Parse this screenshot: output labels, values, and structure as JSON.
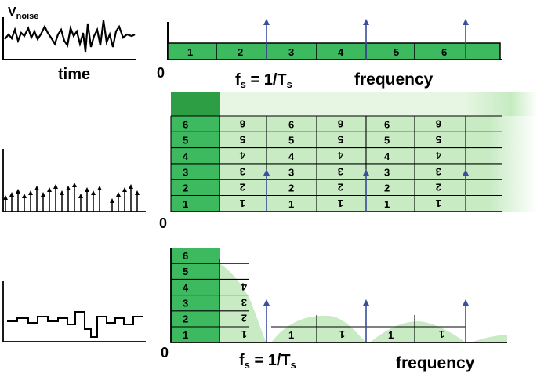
{
  "row1": {
    "ylabel": "V",
    "ylabel_sub": "noise",
    "xlabel": "time",
    "origin": "0",
    "fs_label": "f",
    "fs_sub": "s",
    "fs_eq": " = 1/T",
    "ts_sub": "s",
    "freq_label": "frequency",
    "bands": [
      "1",
      "2",
      "3",
      "4",
      "5",
      "6"
    ]
  },
  "row2": {
    "origin": "0",
    "rows": [
      "1",
      "2",
      "3",
      "4",
      "5",
      "6"
    ],
    "col_a": [
      "1",
      "2",
      "3",
      "4",
      "5",
      "6"
    ],
    "col_b": [
      "1",
      "2",
      "3",
      "4",
      "5",
      "6"
    ]
  },
  "row3": {
    "origin": "0",
    "rows": [
      "1",
      "2",
      "3",
      "4",
      "5",
      "6"
    ],
    "fs_label": "f",
    "fs_sub": "s",
    "fs_eq": " = 1/T",
    "ts_sub": "s",
    "freq_label": "frequency",
    "band_labels": [
      "1",
      "1",
      "1",
      "1"
    ],
    "overlay_labels": [
      "2",
      "3",
      "4"
    ]
  },
  "colors": {
    "band_green": "#3dba5f",
    "light_green": "#c8ebc4",
    "pale_green": "#d9f2d5",
    "dark_green": "#2e9e45",
    "arrow_blue": "#3b4f9a"
  }
}
